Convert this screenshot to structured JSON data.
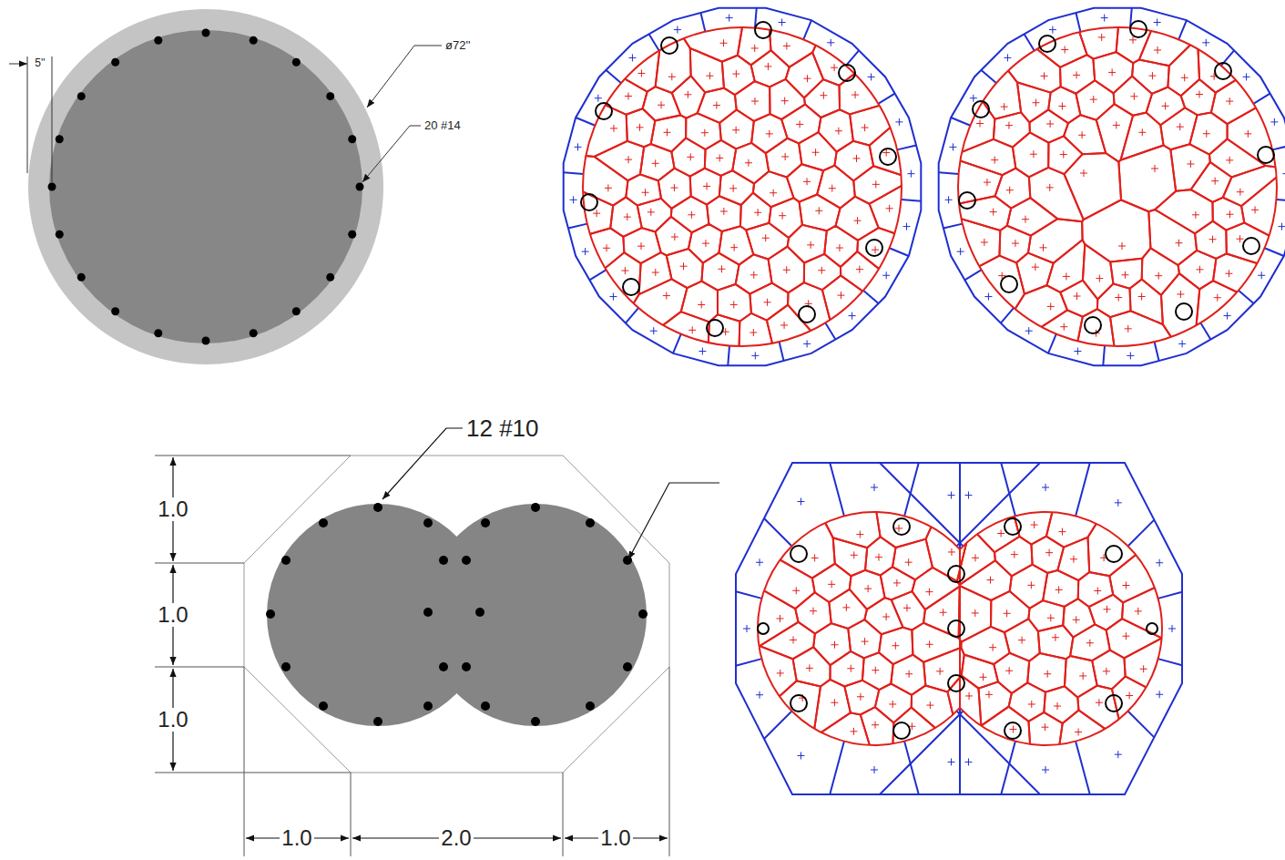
{
  "diagram": {
    "labels": [
      "5''",
      "ø72''",
      "20 #14",
      "12 #10",
      "1.0",
      "1.0",
      "1.0",
      "1.0",
      "2.0",
      "1.0"
    ]
  }
}
